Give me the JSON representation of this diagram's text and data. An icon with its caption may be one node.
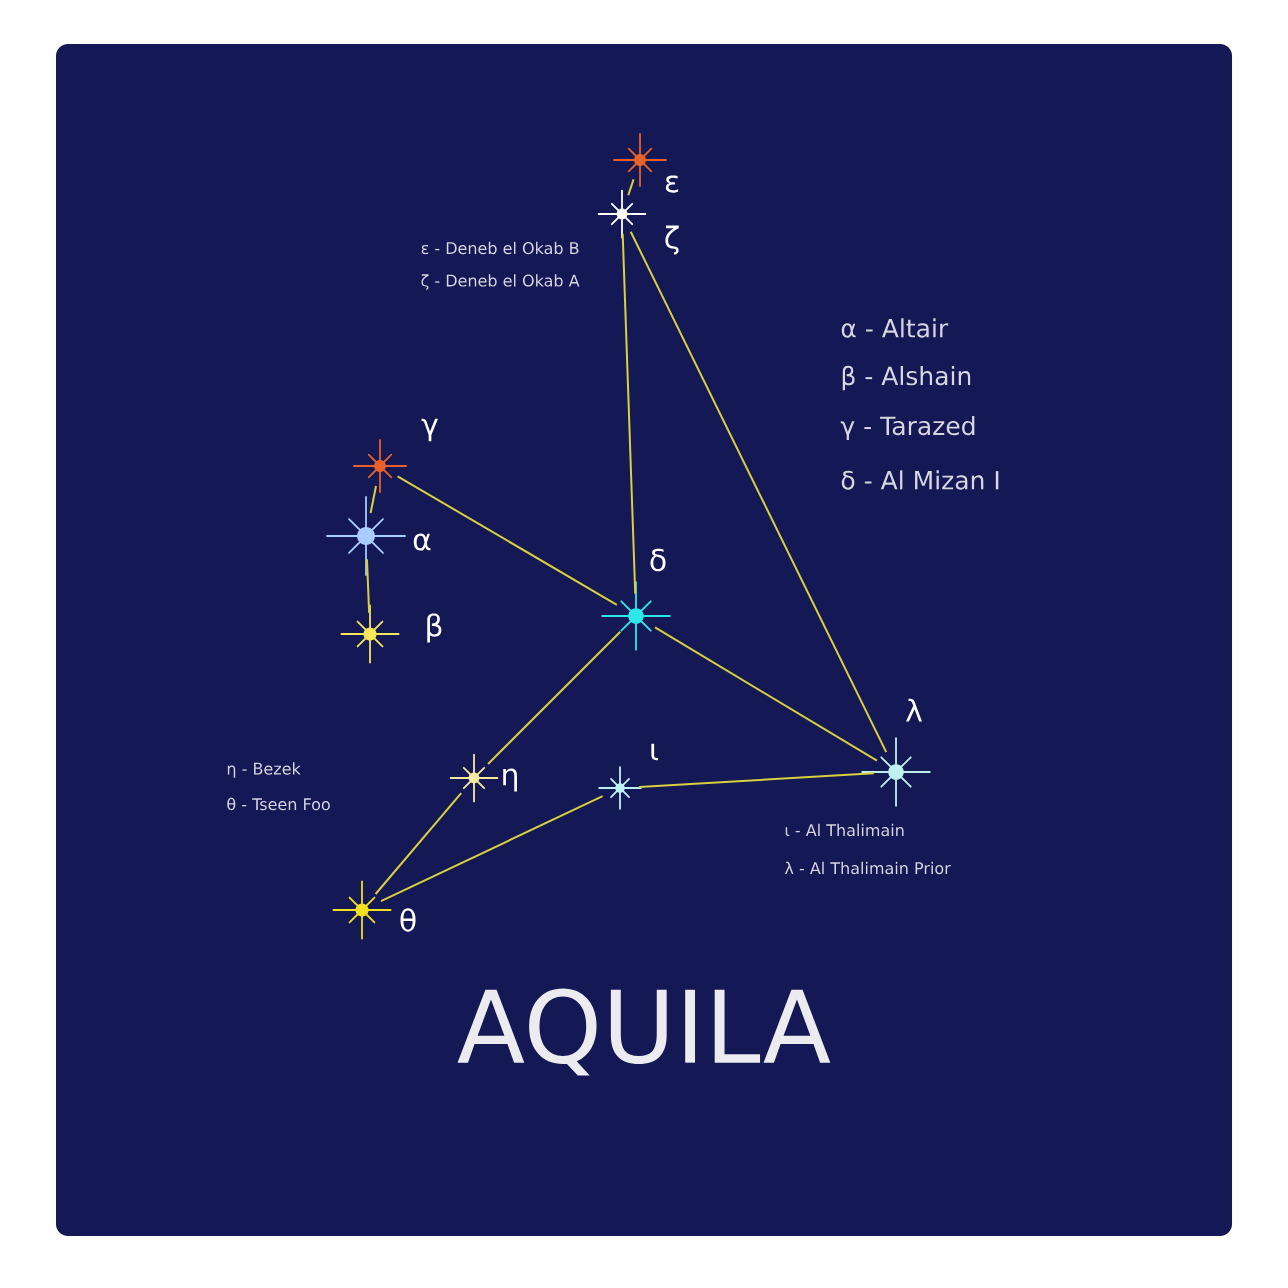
{
  "diagram": {
    "title": "AQUILA",
    "nodes": [
      {
        "text": [
          "ε"
        ]
      },
      {
        "text": [
          "ζ"
        ]
      },
      {
        "text": [
          "γ"
        ]
      },
      {
        "text": [
          "α"
        ]
      },
      {
        "text": [
          "β"
        ]
      },
      {
        "text": [
          "δ"
        ]
      },
      {
        "text": [
          "η"
        ]
      },
      {
        "text": [
          "ι"
        ]
      },
      {
        "text": [
          "λ"
        ]
      },
      {
        "text": [
          "θ"
        ]
      }
    ],
    "edges": [
      {
        "from": 0,
        "to": 1,
        "arrow": "none"
      },
      {
        "from": 1,
        "to": 5,
        "arrow": "none"
      },
      {
        "from": 1,
        "to": 8,
        "arrow": "none"
      },
      {
        "from": 2,
        "to": 3,
        "arrow": "none"
      },
      {
        "from": 3,
        "to": 4,
        "arrow": "none"
      },
      {
        "from": 2,
        "to": 5,
        "arrow": "none"
      },
      {
        "from": 5,
        "to": 8,
        "arrow": "none"
      },
      {
        "from": 5,
        "to": 6,
        "arrow": "none"
      },
      {
        "from": 6,
        "to": 9,
        "arrow": "none"
      },
      {
        "from": 9,
        "to": 7,
        "arrow": "none"
      },
      {
        "from": 7,
        "to": 8,
        "arrow": "none"
      }
    ],
    "labels": [
      "ε - Deneb el Okab B",
      "ζ - Deneb el Okab A",
      "α - Altair",
      "β - Alshain",
      "γ - Tarazed",
      "δ - Al Mizan I",
      "η - Bezek",
      "θ - Tseen Foo",
      "ι - Al Thalimain",
      "λ - Al Thalimain Prior"
    ]
  }
}
